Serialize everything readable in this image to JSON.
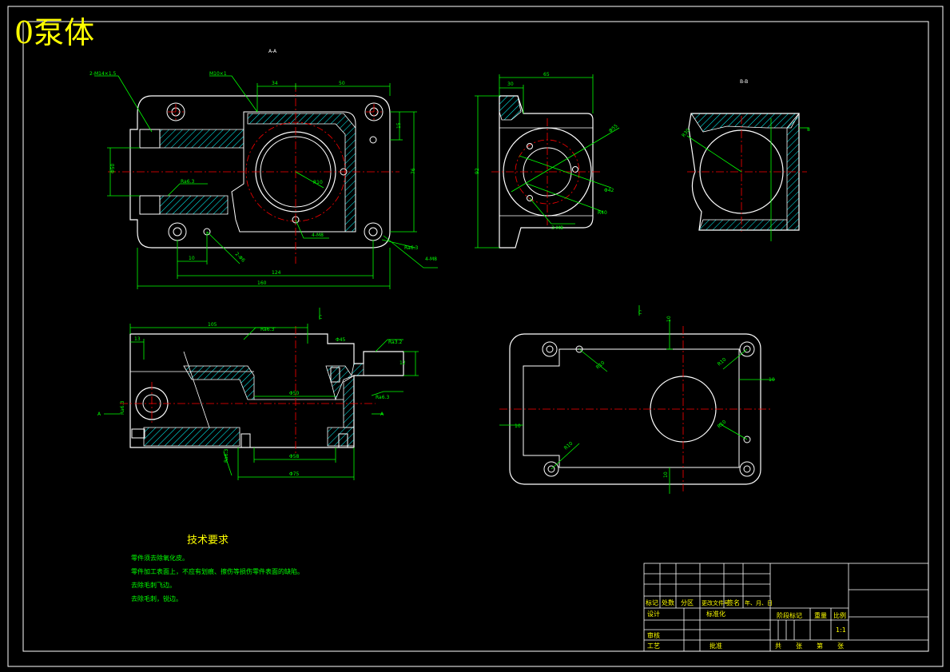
{
  "drawing_title": "0泵体",
  "colors": {
    "background": "#000000",
    "outline": "#ffffff",
    "dimension": "#00ff00",
    "centerline": "#ff0000",
    "hatch": "#00ffff",
    "title_text": "#ffff00"
  },
  "views": {
    "main": {
      "section_label": "A-A",
      "callouts": [
        "2-M14×1.5",
        "M10×1"
      ],
      "dims": {
        "d34": "34",
        "d50": "50",
        "d15": "15",
        "d76": "76",
        "d10": "10",
        "d124": "124",
        "d160": "160",
        "dia50": "Φ50",
        "ra": "Ra6.3",
        "r10": "R10",
        "thread": "4-M8",
        "pin": "2-Φ6"
      }
    },
    "side": {
      "dims": {
        "d30": "30",
        "d65": "65",
        "d92": "92",
        "dia55": "Φ55",
        "dia42": "Φ42",
        "r40": "R40",
        "thread": "3-M8"
      }
    },
    "section_b": {
      "label": "B-B",
      "dims": {
        "r30": "R30",
        "d8": "8"
      }
    },
    "front": {
      "section_marks": [
        "C",
        "A",
        "A"
      ],
      "dims": {
        "d105": "105",
        "d13": "13",
        "dia45": "Φ45",
        "d12": "12",
        "dia50": "Φ50",
        "dia58": "Φ58",
        "dia75": "Φ75",
        "ra": "Ra6.3",
        "ra32": "Ra3.2"
      }
    },
    "top": {
      "section_mark": "C",
      "dims": {
        "d10a": "10",
        "d10b": "10",
        "d10c": "10",
        "d10d": "10",
        "r10a": "R10",
        "r10b": "R10",
        "r10c": "R10",
        "r10d": "R10"
      }
    }
  },
  "notes": {
    "heading": "技术要求",
    "lines": [
      "零件须去除氧化皮。",
      "零件加工表面上，不应有划痕、擦伤等损伤零件表面的缺陷。",
      "去除毛刺飞边。",
      "去除毛刺，锐边。"
    ]
  },
  "title_block": {
    "header_cells": [
      "标记",
      "处数",
      "分区",
      "更改文件号",
      "签名",
      "年、月、日"
    ],
    "design": "设计",
    "standardization": "标准化",
    "review": "审核",
    "process": "工艺",
    "approve": "批准",
    "stage_mark": "阶段标记",
    "weight": "重量",
    "scale": "比例",
    "scale_value": "1:1",
    "sheet_total": "共",
    "sheet_unit_1": "张",
    "sheet_this": "第",
    "sheet_unit_2": "张"
  }
}
